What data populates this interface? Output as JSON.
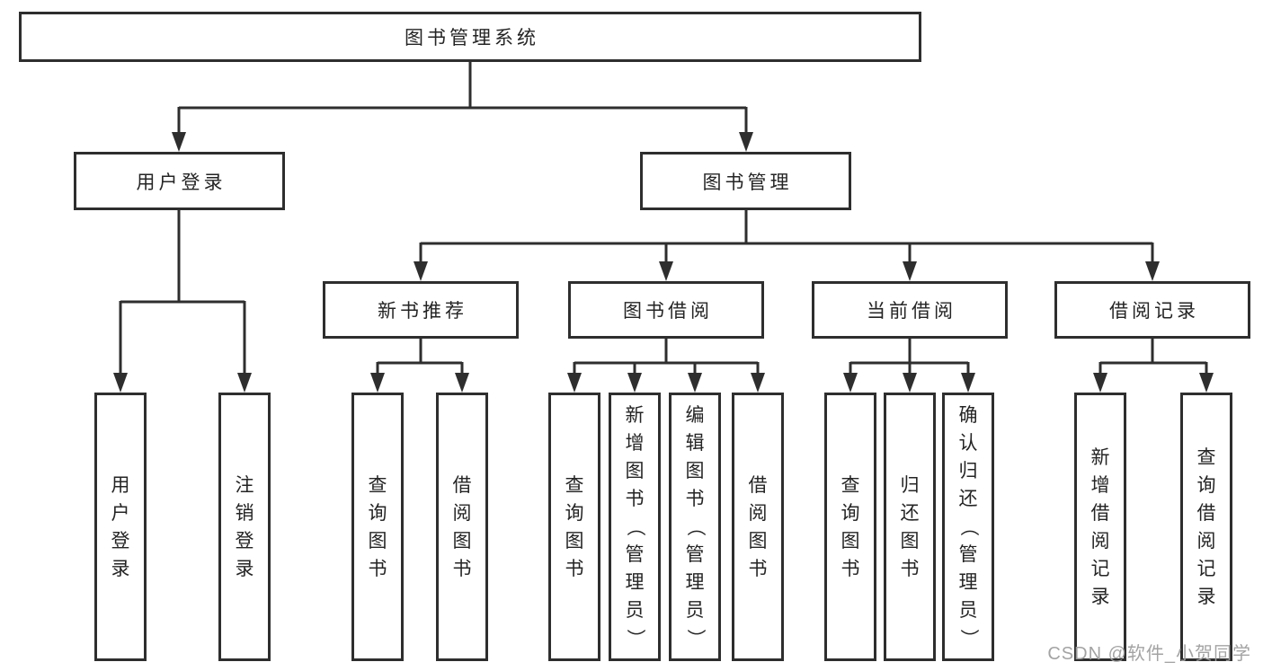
{
  "diagram": {
    "title": "图书管理系统",
    "colors": {
      "line": "#2e2e2e",
      "box_border": "#2e2e2e",
      "text": "#242424",
      "background": "#ffffff",
      "watermark": "#9e9e9e"
    },
    "tree": {
      "name": "library-management-system",
      "label": "图书管理系统",
      "children": [
        {
          "name": "user-login",
          "label": "用户登录",
          "children": [
            {
              "name": "user-login-leaf",
              "label": "用户登录"
            },
            {
              "name": "logout-leaf",
              "label": "注销登录"
            }
          ]
        },
        {
          "name": "book-management",
          "label": "图书管理",
          "children": [
            {
              "name": "new-book-recommendation",
              "label": "新书推荐",
              "children": [
                {
                  "name": "search-books-1",
                  "label": "查询图书"
                },
                {
                  "name": "borrow-books-1",
                  "label": "借阅图书"
                }
              ]
            },
            {
              "name": "book-borrowing",
              "label": "图书借阅",
              "children": [
                {
                  "name": "search-books-2",
                  "label": "查询图书"
                },
                {
                  "name": "add-books-admin",
                  "label": "新增图书（管理员）"
                },
                {
                  "name": "edit-books-admin",
                  "label": "编辑图书（管理员）"
                },
                {
                  "name": "borrow-books-2",
                  "label": "借阅图书"
                }
              ]
            },
            {
              "name": "current-borrowing",
              "label": "当前借阅",
              "children": [
                {
                  "name": "search-books-3",
                  "label": "查询图书"
                },
                {
                  "name": "return-books",
                  "label": "归还图书"
                },
                {
                  "name": "confirm-return-admin",
                  "label": "确认归还（管理员）"
                }
              ]
            },
            {
              "name": "borrowing-records",
              "label": "借阅记录",
              "children": [
                {
                  "name": "add-borrow-record",
                  "label": "新增借阅记录"
                },
                {
                  "name": "search-borrow-record",
                  "label": "查询借阅记录"
                }
              ]
            }
          ]
        }
      ]
    },
    "watermark": "CSDN @软件_小贺同学"
  }
}
